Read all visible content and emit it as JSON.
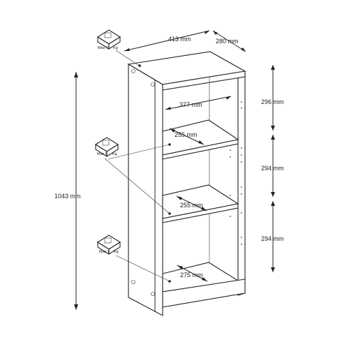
{
  "dimensions": {
    "width": "413 mm",
    "depth": "280 mm",
    "height": "1043 mm",
    "inner_width": "377 mm",
    "shelf1_depth": "255 mm",
    "shelf2_depth": "255 mm",
    "bottom_depth": "275 mm",
    "compartment_top": "296 mm",
    "compartment_middle": "294 mm",
    "compartment_bottom": "294 mm"
  },
  "load_badges": [
    {
      "label": "Max 7",
      "unit": "Kg"
    },
    {
      "label": "Max 5",
      "unit": "Kg"
    },
    {
      "label": "Max 7",
      "unit": "Kg"
    }
  ]
}
